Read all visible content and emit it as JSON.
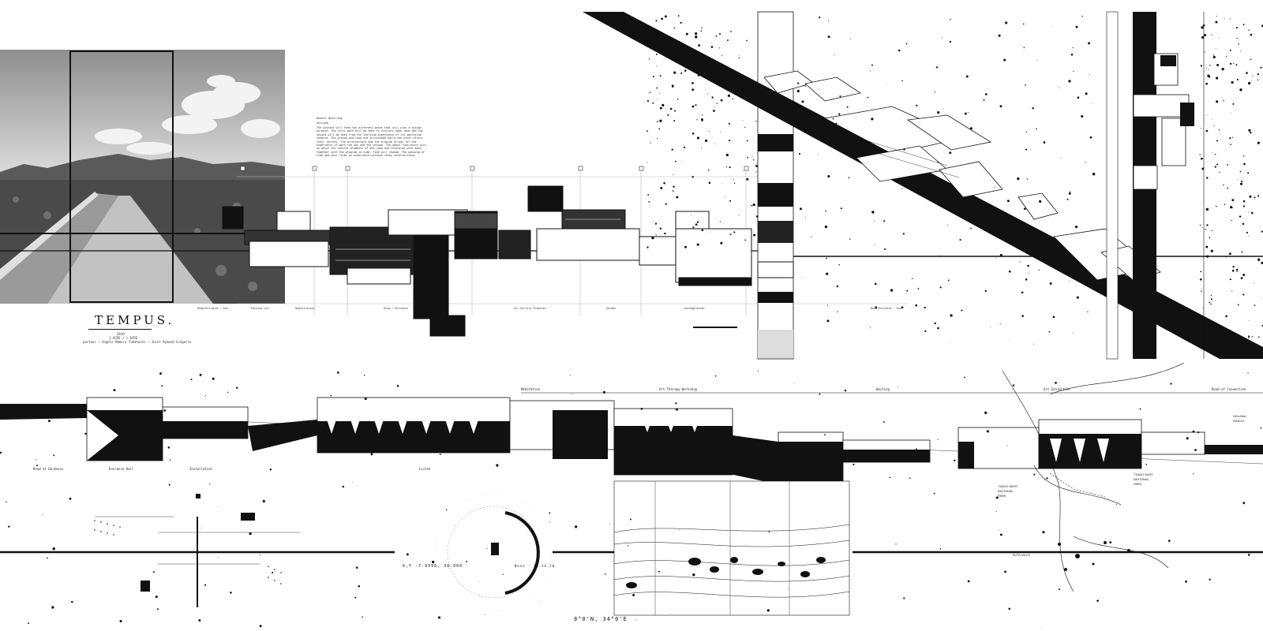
{
  "title": "TEMPUS.",
  "credits": {
    "line1": "2019",
    "line2": "1 ACRE / 1 ACRE",
    "line3": "partner — Angelo Mamoru Takahashi — Joint Rymond-Gregorio"
  },
  "text_block": {
    "heading": "Desert Dwelling",
    "sub": "Outlook",
    "body": "The process will take two different paths that will play a unique purpose. The first path will be seen to visitors upon land and the second will be seen from the starting experience of its operating theatre. The ground and land are surrounded while the other offers their journey. The architecture and the program allows for the experience of both the sky and the ground. The space from which sits on which the natural elements of the land and interplay with both together with the program in time. Time will change. The passing of time and past forms an experience without rocky intersections."
  },
  "plan_labels": [
    "Road/Entrance · Run",
    "Parking Lot",
    "Registration",
    "Ring / Entrance",
    "Art Gallery Premises",
    "Garden",
    "Contemplation",
    "Road/Entrance · Run"
  ],
  "section_labels_top": [
    "Meditation",
    "Art Therapy Workshop",
    "Waiting",
    "Art Exhibition",
    "Road of Connection"
  ],
  "section_labels_bottom": [
    "Road of Darkness",
    "Entrance Hall",
    "Installation",
    "Listen"
  ],
  "map_labels": {
    "galana": "GALANA RANCH",
    "tsavo_west": "TSAVO WEST NATIONAL PARK",
    "tsavo_east": "TSAVO EAST NATIONAL PARK",
    "taita": "TAITA HILLS"
  },
  "coords": {
    "xy": "X,Y    -7.9996, 38.000",
    "bottom": "8°0'N, 34°0'E",
    "dial": "Noon · 18:14:20"
  },
  "colors": {
    "ink": "#111111",
    "paper": "#ffffff",
    "sky": "#c8c8c8",
    "ground": "#6b6b6b"
  }
}
